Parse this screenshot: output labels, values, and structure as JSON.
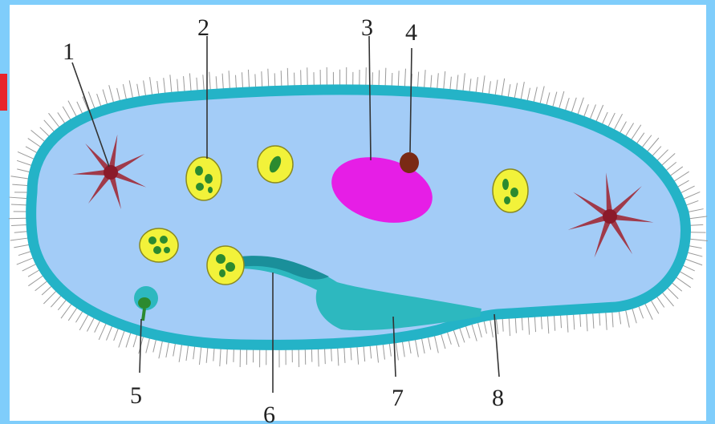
{
  "labels": [
    "1",
    "2",
    "3",
    "4",
    "5",
    "6",
    "7",
    "8"
  ],
  "colors": {
    "frame": "#7fcdfb",
    "cytoplasm": "#a3ccf7",
    "pellicle": "#24b3c7",
    "cilia": "#9a9a9a",
    "contractile_vacuole": "#8b1a2a",
    "food_vacuole": "#f2f23a",
    "food_particle": "#2c8a2f",
    "macronucleus": "#e61ee6",
    "micronucleus": "#7a2a14",
    "oral_groove": "#2db8bf",
    "leader_line": "#333333",
    "edge_mark": "#e8242b"
  }
}
